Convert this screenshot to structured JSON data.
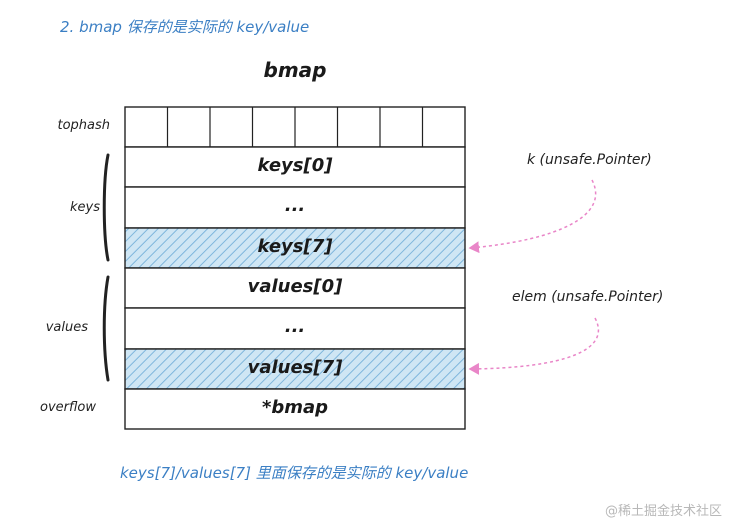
{
  "heading": "2. bmap 保存的是实际的 key/value",
  "struct_title": "bmap",
  "side_labels": {
    "tophash": "tophash",
    "keys": "keys",
    "values": "values",
    "overflow": "overflow"
  },
  "rows": {
    "key0": "keys[0]",
    "key_gap": "...",
    "key7": "keys[7]",
    "val0": "values[0]",
    "val_gap": "...",
    "val7": "values[7]",
    "overflow": "*bmap"
  },
  "tophash_slots": 8,
  "callouts": {
    "k": "k (unsafe.Pointer)",
    "elem": "elem (unsafe.Pointer)"
  },
  "caption": "keys[7]/values[7] 里面保存的是实际的 key/value",
  "watermark": "@稀土掘金技术社区",
  "colors": {
    "accent_blue": "#3b7fc4",
    "highlight_fill": "#cfe6f4",
    "hatch": "#7fb6dc",
    "arrow_pink": "#e986c8"
  }
}
